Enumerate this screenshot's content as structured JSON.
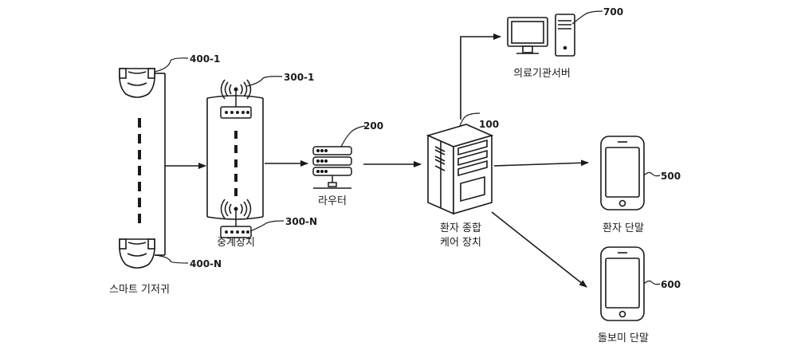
{
  "labels": {
    "smart_diaper": "스마트 기저귀",
    "relay_device": "중계장치",
    "router": "라우터",
    "care_device_line1": "환자 종합",
    "care_device_line2": "케어 장치",
    "medical_server": "의료기관서버",
    "patient_terminal": "환자 단말",
    "caregiver_terminal": "돌보미 단말"
  },
  "refs": {
    "diaper_first": "400-1",
    "diaper_last": "400-N",
    "relay_first": "300-1",
    "relay_last": "300-N",
    "router": "200",
    "care_device": "100",
    "server": "700",
    "patient_terminal": "500",
    "caregiver_terminal": "600"
  },
  "icons": {
    "diaper": "diaper-icon",
    "wifi_router": "wifi-router-icon",
    "router": "network-router-icon",
    "care_device": "server-cabinet-icon",
    "computer": "desktop-computer-icon",
    "phone": "smartphone-icon"
  },
  "colors": {
    "line": "#1a1a1a",
    "fill": "#ffffff"
  }
}
